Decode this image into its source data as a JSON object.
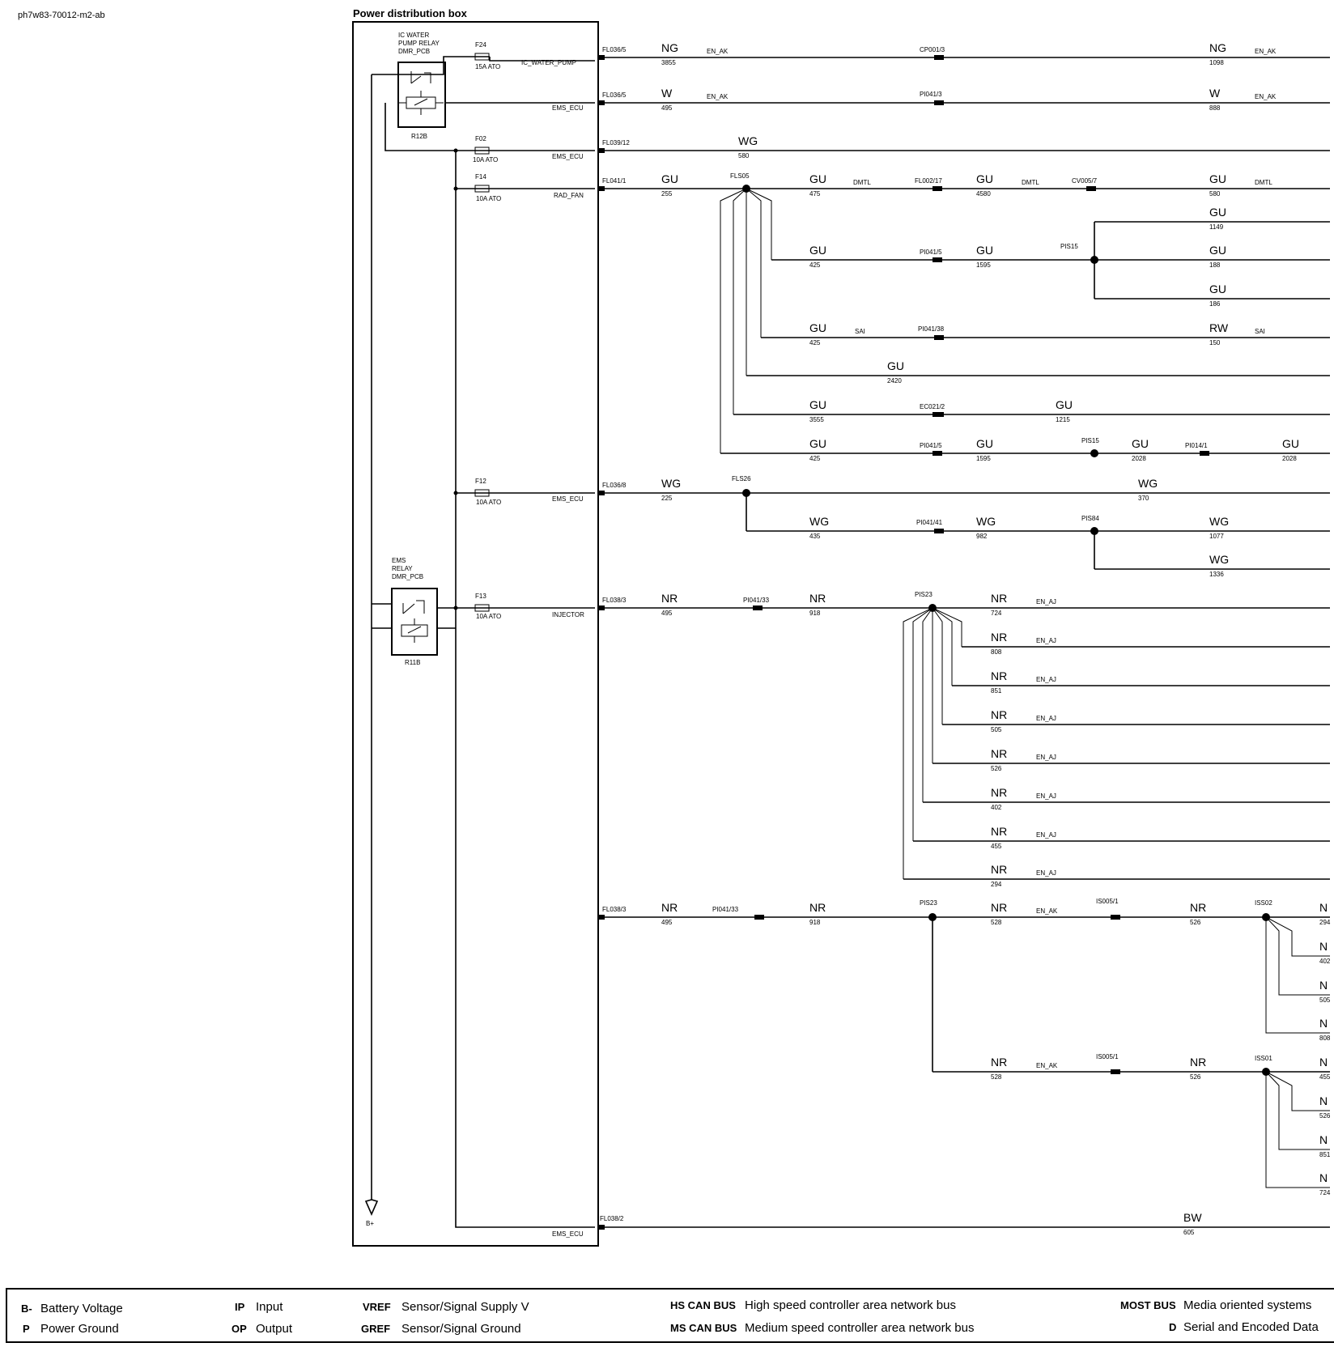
{
  "doc_id": "ph7w83-70012-m2-ab",
  "box_title": "Power distribution box",
  "relays": {
    "ic_pump": {
      "lines": [
        "IC WATER",
        "PUMP RELAY",
        "DMR_PCB"
      ],
      "ref": "R12B"
    },
    "ems": {
      "lines": [
        "EMS",
        "RELAY",
        "DMR_PCB"
      ],
      "ref": "R11B"
    }
  },
  "ground_label": "B+",
  "fuses": [
    {
      "id": "F24",
      "rating": "15A  ATO",
      "pin": "IC_WATER_PUMP"
    },
    {
      "id": "F02",
      "rating": "10A  ATO",
      "pin": "EMS_ECU"
    },
    {
      "id": "F14",
      "rating": "10A  ATO",
      "pin": "RAD_FAN"
    },
    {
      "id": "F12",
      "rating": "10A  ATO",
      "pin": "EMS_ECU"
    },
    {
      "id": "F13",
      "rating": "10A  ATO",
      "pin": "INJECTOR"
    }
  ],
  "pin_labels": [
    "EMS_ECU",
    "EMS_ECU"
  ],
  "connectors": [
    "FL036/5",
    "FL036/5",
    "FL039/12",
    "FL041/1",
    "FL036/8",
    "FL038/3",
    "FL038/3",
    "FL038/2"
  ],
  "splices": [
    "FLS05",
    "PIS15",
    "PIS15",
    "FLS26",
    "PIS84",
    "PIS23",
    "PIS23",
    "ISS02",
    "ISS01"
  ],
  "inline_connectors": [
    "CP001/3",
    "PI041/3",
    "FL002/17",
    "CV005/7",
    "PI041/5",
    "PI041/38",
    "EC021/2",
    "PI041/5",
    "PI014/1",
    "PI041/41",
    "PI041/33",
    "PI041/33",
    "IS005/1",
    "IS005/1"
  ],
  "wires": {
    "r1": [
      "NG",
      "3855",
      "EN_AK",
      "NG",
      "1098",
      "EN_AK"
    ],
    "r2": [
      "W",
      "495",
      "EN_AK",
      "W",
      "888",
      "EN_AK"
    ],
    "r3": [
      "WG",
      "580"
    ],
    "r4": [
      "GU",
      "255",
      "GU",
      "475",
      "DMTL",
      "GU",
      "4580",
      "DMTL",
      "GU",
      "580",
      "DMTL"
    ],
    "r5": [
      "GU",
      "1149"
    ],
    "r6": [
      "GU",
      "425",
      "GU",
      "1595",
      "GU",
      "188"
    ],
    "r7": [
      "GU",
      "186"
    ],
    "r8": [
      "GU",
      "425",
      "SAI",
      "RW",
      "150",
      "SAI"
    ],
    "r9": [
      "GU",
      "2420"
    ],
    "r10": [
      "GU",
      "3555",
      "GU",
      "1215"
    ],
    "r11": [
      "GU",
      "425",
      "GU",
      "1595",
      "GU",
      "2028",
      "GU",
      "2028"
    ],
    "r12": [
      "WG",
      "225",
      "WG",
      "370"
    ],
    "r13": [
      "WG",
      "435",
      "WG",
      "982",
      "WG",
      "1077"
    ],
    "r14": [
      "WG",
      "1336"
    ],
    "r15": [
      "NR",
      "495",
      "NR",
      "918",
      "NR",
      "724",
      "EN_AJ"
    ],
    "fan": [
      [
        "NR",
        "808",
        "EN_AJ"
      ],
      [
        "NR",
        "851",
        "EN_AJ"
      ],
      [
        "NR",
        "505",
        "EN_AJ"
      ],
      [
        "NR",
        "526",
        "EN_AJ"
      ],
      [
        "NR",
        "402",
        "EN_AJ"
      ],
      [
        "NR",
        "455",
        "EN_AJ"
      ],
      [
        "NR",
        "294",
        "EN_AJ"
      ]
    ],
    "r23": [
      "NR",
      "495",
      "NR",
      "918",
      "NR",
      "528",
      "EN_AK",
      "NR",
      "526"
    ],
    "r24": [
      "NR",
      "528",
      "EN_AK",
      "NR",
      "526"
    ],
    "iss02_partial": [
      [
        "N",
        "294"
      ],
      [
        "N",
        "402"
      ],
      [
        "N",
        "505"
      ],
      [
        "N",
        "808"
      ]
    ],
    "iss01_partial": [
      [
        "N",
        "455"
      ],
      [
        "N",
        "526"
      ],
      [
        "N",
        "851"
      ],
      [
        "N",
        "724"
      ]
    ],
    "r25": [
      "BW",
      "605"
    ]
  },
  "legend": [
    {
      "abbr": "B-",
      "desc": "Battery Voltage"
    },
    {
      "abbr": "P",
      "desc": "Power Ground"
    },
    {
      "abbr": "IP",
      "desc": "Input"
    },
    {
      "abbr": "OP",
      "desc": "Output"
    },
    {
      "abbr": "VREF",
      "desc": "Sensor/Signal Supply V"
    },
    {
      "abbr": "GREF",
      "desc": "Sensor/Signal Ground"
    },
    {
      "abbr": "HS CAN BUS",
      "desc": "High speed controller area network bus"
    },
    {
      "abbr": "MS CAN BUS",
      "desc": "Medium speed controller area network bus"
    },
    {
      "abbr": "MOST BUS",
      "desc": "Media oriented systems"
    },
    {
      "abbr": "D",
      "desc": "Serial and Encoded Data"
    }
  ]
}
